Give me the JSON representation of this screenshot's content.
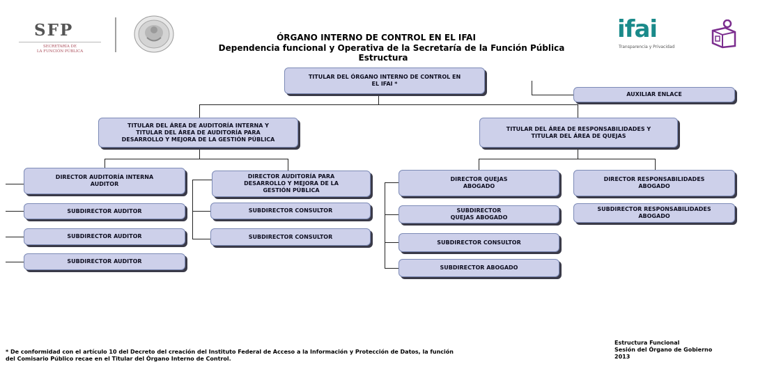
{
  "header": {
    "sfp_logo": {
      "name": "SFP",
      "sub_line1": "SECRETARÍA DE",
      "sub_line2": "LA FUNCIÓN PÚBLICA"
    },
    "seal_icon": "mexico-coat-of-arms-seal-icon",
    "title_line1": "ÓRGANO INTERNO DE CONTROL EN EL IFAI",
    "title_line2": "Dependencia funcional y Operativa de la Secretaría de la Función Pública",
    "title_line3": "Estructura",
    "ifai_logo": {
      "name": "ifai",
      "tagline": "Transparencia y Privacidad",
      "icon": "people-cube-icon"
    }
  },
  "colors": {
    "box_fill": "#cdd0ea",
    "box_border": "#7c8ab6",
    "ifai_teal": "#1a8a8a",
    "ifai_purple": "#7b2d8e",
    "sfp_red": "#a94b58"
  },
  "org": {
    "titular": "TITULAR DEL ÓRGANO INTERNO DE CONTROL EN\nEL IFAI *",
    "auxiliar": "AUXILIAR ENLACE",
    "auditoria_head": "TITULAR DEL ÁREA DE AUDITORÍA INTERNA Y\nTITULAR DEL ÁREA DE AUDITORÍA PARA\nDESARROLLO Y MEJORA DE LA GESTIÓN PÚBLICA",
    "responsabilidades_head": "TITULAR DEL ÁREA DE RESPONSABILIDADES Y\nTITULAR DEL ÁREA DE QUEJAS",
    "dir_auditoria_interna": "DIRECTOR AUDITORÍA INTERNA\nAUDITOR",
    "sub_auditor_1": "SUBDIRECTOR AUDITOR",
    "sub_auditor_2": "SUBDIRECTOR AUDITOR",
    "sub_auditor_3": "SUBDIRECTOR AUDITOR",
    "dir_auditoria_desarrollo": "DIRECTOR AUDITORÍA PARA\nDESARROLLO Y MEJORA DE LA\nGESTIÓN PÚBLICA",
    "sub_consultor_1": "SUBDIRECTOR CONSULTOR",
    "sub_consultor_2": "SUBDIRECTOR CONSULTOR",
    "dir_quejas": "DIRECTOR QUEJAS\nABOGADO",
    "sub_quejas": "SUBDIRECTOR\nQUEJAS ABOGADO",
    "sub_consultor_3": "SUBDIRECTOR CONSULTOR",
    "sub_abogado": "SUBDIRECTOR ABOGADO",
    "dir_responsabilidades": "DIRECTOR RESPONSABILIDADES\nABOGADO",
    "sub_responsabilidades": "SUBDIRECTOR RESPONSABILIDADES\nABOGADO"
  },
  "footnote": {
    "line1": "* De conformidad con el artículo 10 del Decreto del creación del Instituto Federal de Acceso a la Información y Protección de Datos, la función",
    "line2": "del Comisario Público recae en el Titular del Órgano Interno  de Control."
  },
  "footer": {
    "line1": "Estructura Funcional",
    "line2": "Sesión del Órgano de Gobierno",
    "line3": "2013"
  }
}
